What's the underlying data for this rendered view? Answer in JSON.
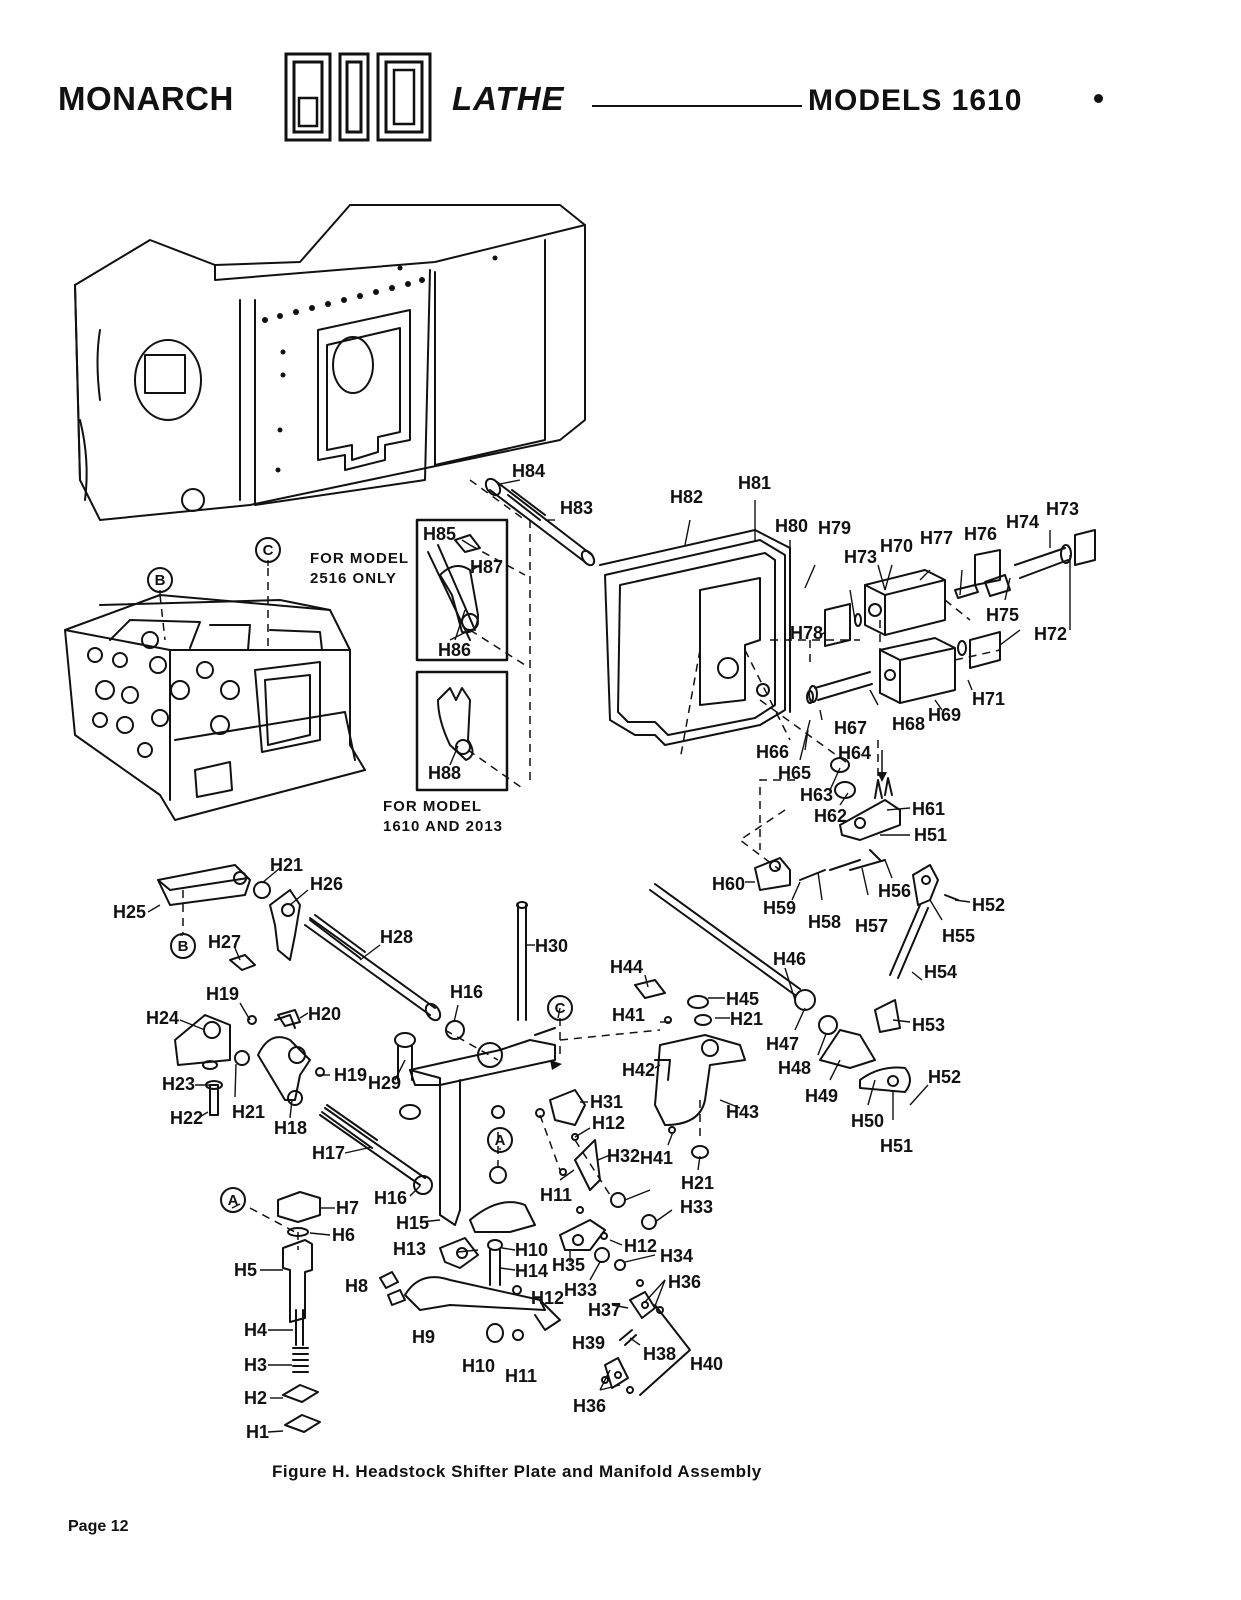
{
  "header": {
    "brand": "MONARCH",
    "logo_text": "610",
    "product": "LATHE",
    "models": "MODELS 1610"
  },
  "notes": {
    "model_2516_line1": "FOR MODEL",
    "model_2516_line2": "2516 ONLY",
    "model_1610_line1": "FOR MODEL",
    "model_1610_line2": "1610 AND 2013"
  },
  "callouts": {
    "circle_a": "A",
    "circle_b": "B",
    "circle_c": "C"
  },
  "parts": {
    "H1": "H1",
    "H2": "H2",
    "H3": "H3",
    "H4": "H4",
    "H5": "H5",
    "H6": "H6",
    "H7": "H7",
    "H8": "H8",
    "H9": "H9",
    "H10": "H10",
    "H11": "H11",
    "H12": "H12",
    "H13": "H13",
    "H14": "H14",
    "H15": "H15",
    "H16": "H16",
    "H17": "H17",
    "H18": "H18",
    "H19": "H19",
    "H20": "H20",
    "H21": "H21",
    "H22": "H22",
    "H23": "H23",
    "H24": "H24",
    "H25": "H25",
    "H26": "H26",
    "H27": "H27",
    "H28": "H28",
    "H29": "H29",
    "H30": "H30",
    "H31": "H31",
    "H32": "H32",
    "H33": "H33",
    "H34": "H34",
    "H35": "H35",
    "H36": "H36",
    "H37": "H37",
    "H38": "H38",
    "H39": "H39",
    "H40": "H40",
    "H41": "H41",
    "H42": "H42",
    "H43": "H43",
    "H44": "H44",
    "H45": "H45",
    "H46": "H46",
    "H47": "H47",
    "H48": "H48",
    "H49": "H49",
    "H50": "H50",
    "H51": "H51",
    "H52": "H52",
    "H53": "H53",
    "H54": "H54",
    "H55": "H55",
    "H56": "H56",
    "H57": "H57",
    "H58": "H58",
    "H59": "H59",
    "H60": "H60",
    "H61": "H61",
    "H62": "H62",
    "H63": "H63",
    "H64": "H64",
    "H65": "H65",
    "H66": "H66",
    "H67": "H67",
    "H68": "H68",
    "H69": "H69",
    "H70": "H70",
    "H71": "H71",
    "H72": "H72",
    "H73": "H73",
    "H74": "H74",
    "H75": "H75",
    "H76": "H76",
    "H77": "H77",
    "H78": "H78",
    "H79": "H79",
    "H80": "H80",
    "H81": "H81",
    "H82": "H82",
    "H83": "H83",
    "H84": "H84",
    "H85": "H85",
    "H86": "H86",
    "H87": "H87",
    "H88": "H88"
  },
  "caption": "Figure H. Headstock Shifter Plate and Manifold Assembly",
  "page_label": "Page 12"
}
